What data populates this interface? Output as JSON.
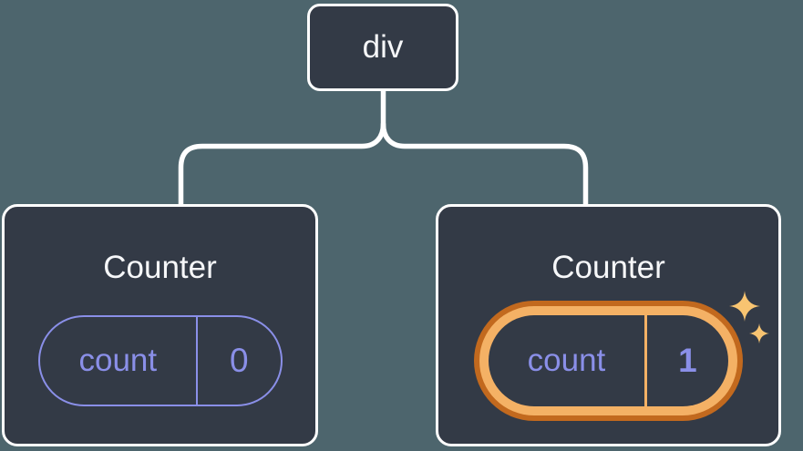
{
  "diagram": {
    "root": {
      "label": "div"
    },
    "children": [
      {
        "title": "Counter",
        "state": {
          "name": "count",
          "value": "0"
        },
        "highlighted": false
      },
      {
        "title": "Counter",
        "state": {
          "name": "count",
          "value": "1"
        },
        "highlighted": true
      }
    ]
  },
  "colors": {
    "background": "#4d656d",
    "card_fill": "#333a46",
    "card_border": "#ffffff",
    "connector": "#ffffff",
    "title_text": "#f6f7f9",
    "state_accent": "#8a8fe8",
    "highlight_ring_outer": "#c2691e",
    "highlight_ring_inner": "#f4b165",
    "sparkle": "#f8c471"
  },
  "icons": {
    "sparkles": "four-point-star-pair"
  }
}
